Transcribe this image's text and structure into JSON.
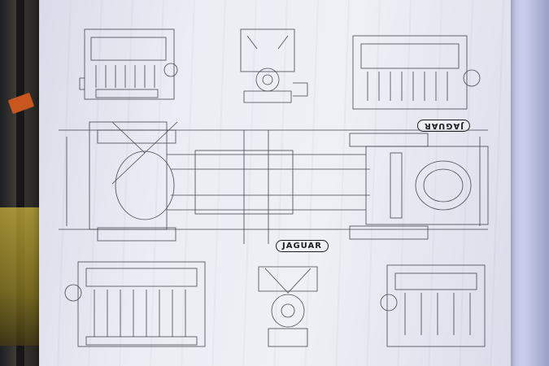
{
  "image": {
    "subject": "engineering-blueprint-poster",
    "brand_marks": [
      "JAGUAR",
      "JAGUAR"
    ]
  },
  "colors": {
    "paper": "#eceef5",
    "ink": "#2a2a33",
    "stand_clamp": "#c8571f",
    "background_board": "#c9cdea"
  }
}
